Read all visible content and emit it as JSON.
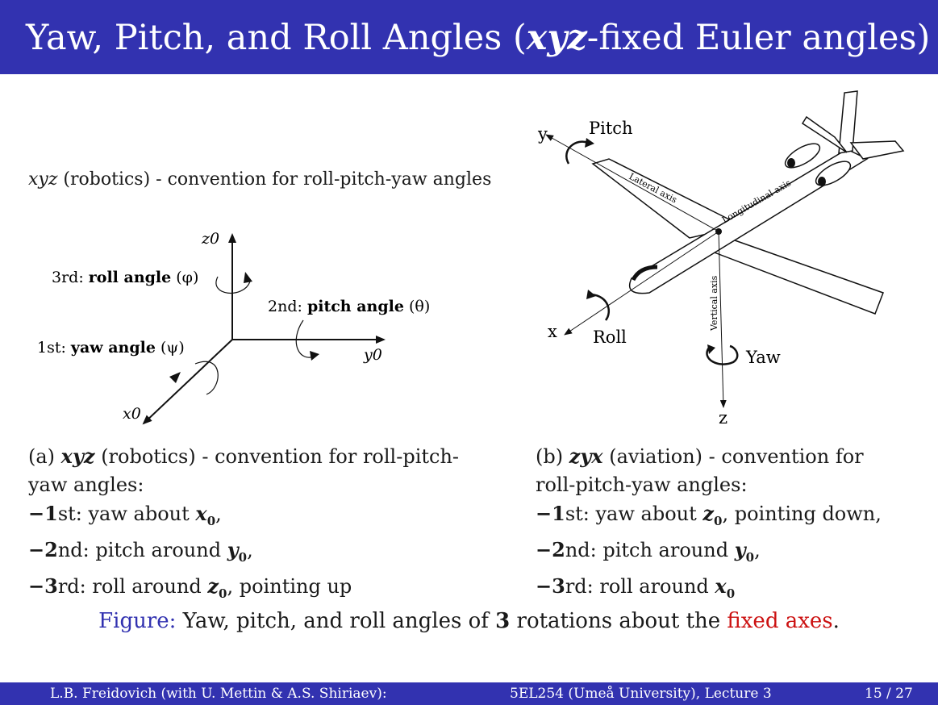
{
  "slide": {
    "title": {
      "pre": "Yaw, Pitch, and Roll Angles (",
      "em": "xyz",
      "post": "-fixed Euler angles)"
    },
    "left_subcaption": {
      "em": "xyz",
      "text": " (robotics) - convention for roll-pitch-yaw angles"
    }
  },
  "left_figure": {
    "axis_z": "z0",
    "axis_y": "y0",
    "axis_x": "x0",
    "roll_label": {
      "pre": "3rd: ",
      "bold": "roll angle",
      "sym": " (φ)"
    },
    "pitch_label": {
      "pre": "2nd: ",
      "bold": "pitch angle",
      "sym": " (θ)"
    },
    "yaw_label": {
      "pre": "1st: ",
      "bold": "yaw angle",
      "sym": " (ψ)"
    }
  },
  "right_figure": {
    "y": "y",
    "pitch": "Pitch",
    "lateral": "Lateral axis",
    "longitudinal": "Longitudinal axis",
    "vertical": "Vertical axis",
    "x": "x",
    "roll": "Roll",
    "yaw": "Yaw",
    "z": "z"
  },
  "caption_a": {
    "l1": {
      "pre": "(a) ",
      "em": "xyz",
      "post": " (robotics) - convention for roll-pitch-"
    },
    "l2": "yaw angles:",
    "l3": {
      "dash": "−",
      "num": "1",
      "text": "st: yaw about ",
      "var": "x",
      "sub": "0",
      "end": ","
    },
    "l4": {
      "dash": "−",
      "num": "2",
      "text": "nd: pitch around ",
      "var": "y",
      "sub": "0",
      "end": ","
    },
    "l5": {
      "dash": "−",
      "num": "3",
      "text": "rd: roll around ",
      "var": "z",
      "sub": "0",
      "end": ", pointing up"
    }
  },
  "caption_b": {
    "l1": {
      "pre": "(b) ",
      "em": "zyx",
      "post": " (aviation) - convention for"
    },
    "l2": "roll-pitch-yaw angles:",
    "l3": {
      "dash": "−",
      "num": "1",
      "text": "st: yaw about ",
      "var": "z",
      "sub": "0",
      "end": ", pointing down,"
    },
    "l4": {
      "dash": "−",
      "num": "2",
      "text": "nd: pitch around ",
      "var": "y",
      "sub": "0",
      "end": ","
    },
    "l5": {
      "dash": "−",
      "num": "3",
      "text": "rd: roll around ",
      "var": "x",
      "sub": "0",
      "end": ""
    }
  },
  "figure_caption": {
    "label": "Figure:",
    "text1": " Yaw, pitch, and roll angles of ",
    "num": "3",
    "text2": " rotations about the ",
    "red": "fixed axes",
    "end": "."
  },
  "footer": {
    "authors": "L.B. Freidovich (with U. Mettin & A.S. Shiriaev):",
    "course": "5EL254 (Umeå University), Lecture 3",
    "page": "15 / 27"
  },
  "colors": {
    "theme": "#3232b0",
    "accent_red": "#cc1111"
  }
}
